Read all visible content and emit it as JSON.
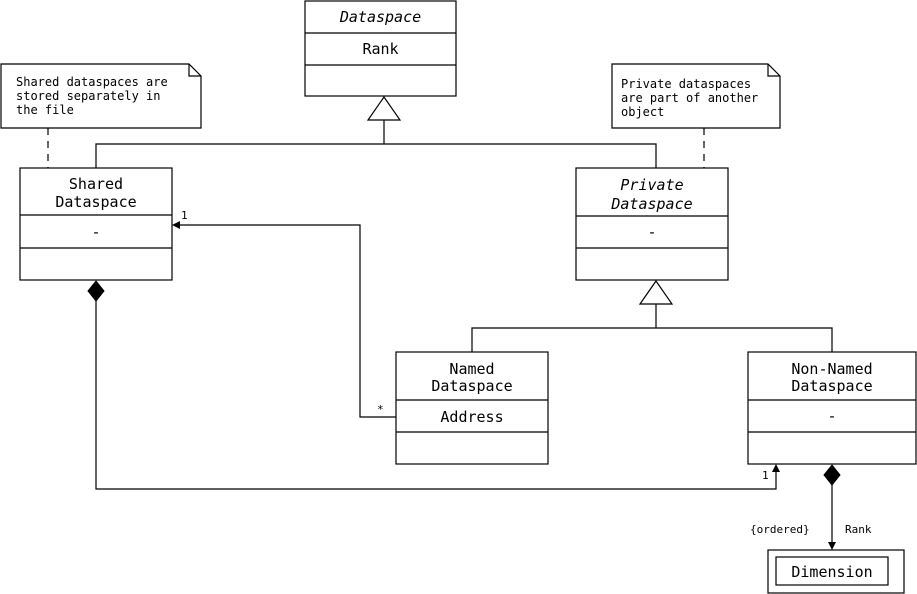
{
  "classes": {
    "dataspace": {
      "title": "Dataspace",
      "attribute": "Rank"
    },
    "shared": {
      "title_line1": "Shared",
      "title_line2": "Dataspace",
      "attribute": "-"
    },
    "private": {
      "title_line1": "Private",
      "title_line2": "Dataspace",
      "attribute": "-"
    },
    "named": {
      "title_line1": "Named",
      "title_line2": "Dataspace",
      "attribute": "Address"
    },
    "non_named": {
      "title_line1": "Non-Named",
      "title_line2": "Dataspace",
      "attribute": "-"
    },
    "dimension": {
      "title": "Dimension"
    }
  },
  "notes": {
    "shared": {
      "line1": "Shared dataspaces are",
      "line2": "stored separately in",
      "line3": "the file"
    },
    "private": {
      "line1": "Private dataspaces",
      "line2": "are part of another",
      "line3": "object"
    }
  },
  "labels": {
    "mult_shared_one": "1",
    "mult_named_many": "*",
    "mult_nonnamed_one": "1",
    "ordered": "{ordered}",
    "rank": "Rank"
  }
}
